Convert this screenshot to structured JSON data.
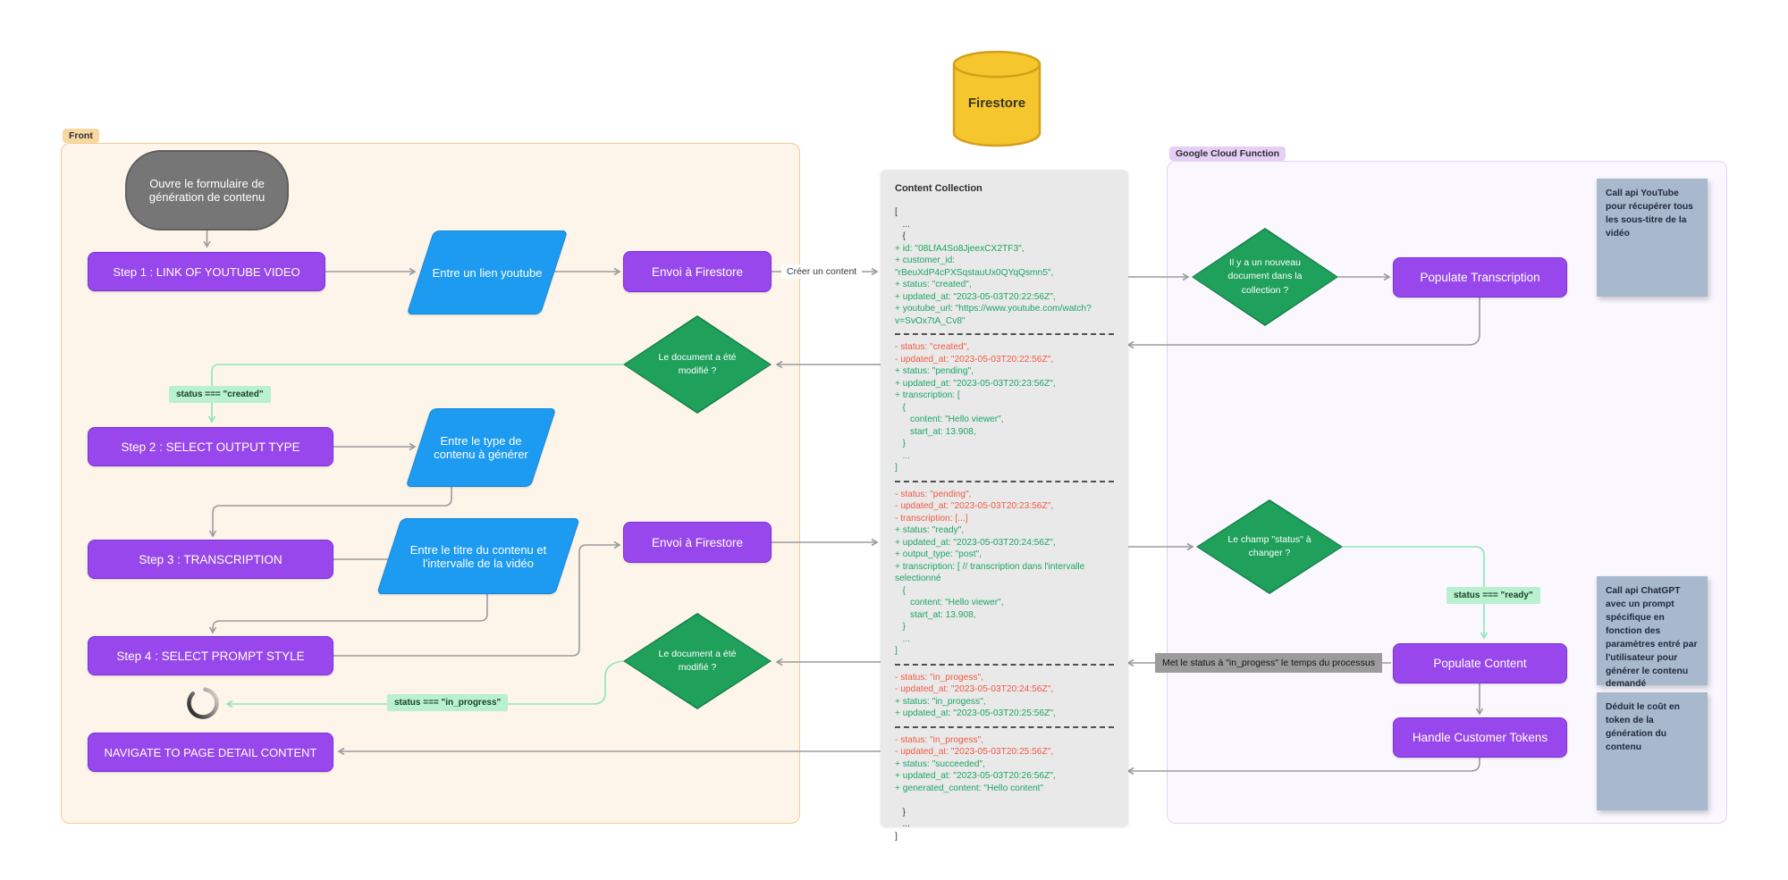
{
  "colors": {
    "purple": "#9747EB",
    "blue": "#1D9BF1",
    "green-shape": "#1FA05B",
    "yellow": "#F6C62F",
    "add": "#1CA566",
    "del": "#F15B45",
    "cond-bg": "#B9F0CE",
    "note-bg": "#A8B9CD",
    "front-bg": "#FDF5EA",
    "front-border": "#F2CD92",
    "gcf-bg": "#FAF7FE",
    "gcf-border": "#E4D2F5",
    "panel-bg": "#E9E9E9",
    "line-gray": "#9B9B9B",
    "line-green": "#8CE8B1"
  },
  "front": {
    "badge": "Front",
    "terminator": "Ouvre le formulaire de génération de contenu",
    "step1": "Step 1 : LINK OF YOUTUBE VIDEO",
    "step2": "Step 2 : SELECT OUTPUT TYPE",
    "step3": "Step 3 : TRANSCRIPTION",
    "step4": "Step 4 : SELECT PROMPT STYLE",
    "navigate": "NAVIGATE TO PAGE DETAIL CONTENT",
    "input_youtube": "Entre un lien youtube",
    "input_output_type": "Entre le type de contenu à générer",
    "input_title_interval": "Entre le titre du contenu et l'intervalle de la vidéo",
    "send_firestore_1": "Envoi à Firestore",
    "send_firestore_2": "Envoi à Firestore",
    "decision_modified_1": "Le document a été modifié ?",
    "decision_modified_2": "Le document a été modifié ?",
    "cond_created": "status === \"created\"",
    "cond_in_progress": "status === \"in_progress\""
  },
  "firestore": {
    "label": "Firestore"
  },
  "edge_labels": {
    "create_content": "Créer un content"
  },
  "panel": {
    "title": "Content Collection",
    "sections": [
      [
        {
          "k": "plain",
          "t": "["
        },
        {
          "k": "plain",
          "t": "   ..."
        },
        {
          "k": "plain",
          "t": "   {"
        },
        {
          "k": "add",
          "t": "+ id: \"08LfA4So8JjeexCX2TF3\","
        },
        {
          "k": "add",
          "t": "+ customer_id: \"rBeuXdP4cPXSqstauUx0QYqQsmn5\","
        },
        {
          "k": "add",
          "t": "+ status: \"created\","
        },
        {
          "k": "add",
          "t": "+ updated_at: \"2023-05-03T20:22:56Z\","
        },
        {
          "k": "add",
          "t": "+ youtube_url: \"https://www.youtube.com/watch?v=SvOx7tA_Cv8\""
        }
      ],
      [
        {
          "k": "del",
          "t": "- status: \"created\","
        },
        {
          "k": "del",
          "t": "- updated_at: \"2023-05-03T20:22:56Z\","
        },
        {
          "k": "add",
          "t": "+ status: \"pending\","
        },
        {
          "k": "add",
          "t": "+ updated_at: \"2023-05-03T20:23:56Z\","
        },
        {
          "k": "add",
          "t": "+ transcription: ["
        },
        {
          "k": "add",
          "t": "   {"
        },
        {
          "k": "add",
          "t": "      content: \"Hello viewer\","
        },
        {
          "k": "add",
          "t": "      start_at: 13.908,"
        },
        {
          "k": "add",
          "t": "   }"
        },
        {
          "k": "add",
          "t": "   ..."
        },
        {
          "k": "add",
          "t": "]"
        }
      ],
      [
        {
          "k": "del",
          "t": "- status: \"pending\","
        },
        {
          "k": "del",
          "t": "- updated_at: \"2023-05-03T20:23:56Z\","
        },
        {
          "k": "del",
          "t": "- transcription: [...]"
        },
        {
          "k": "add",
          "t": "+ status: \"ready\","
        },
        {
          "k": "add",
          "t": "+ updated_at: \"2023-05-03T20:24:56Z\","
        },
        {
          "k": "add",
          "t": "+ output_type: \"post\","
        },
        {
          "k": "add",
          "t": "+ transcription: [ // transcription dans l'intervalle selectionné"
        },
        {
          "k": "add",
          "t": "   {"
        },
        {
          "k": "add",
          "t": "      content: \"Hello viewer\","
        },
        {
          "k": "add",
          "t": "      start_at: 13.908,"
        },
        {
          "k": "add",
          "t": "   }"
        },
        {
          "k": "add",
          "t": "   ..."
        },
        {
          "k": "add",
          "t": "]"
        }
      ],
      [
        {
          "k": "del",
          "t": "- status: \"in_progess\","
        },
        {
          "k": "del",
          "t": "- updated_at: \"2023-05-03T20:24:56Z\","
        },
        {
          "k": "add",
          "t": "+ status: \"in_progess\","
        },
        {
          "k": "add",
          "t": "+ updated_at: \"2023-05-03T20:25:56Z\","
        }
      ],
      [
        {
          "k": "del",
          "t": "- status: \"in_progess\","
        },
        {
          "k": "del",
          "t": "- updated_at: \"2023-05-03T20:25:56Z\","
        },
        {
          "k": "add",
          "t": "+ status: \"succeeded\","
        },
        {
          "k": "add",
          "t": "+ updated_at: \"2023-05-03T20:26:56Z\","
        },
        {
          "k": "add",
          "t": "+ generated_content: \"Hello content\""
        },
        {
          "k": "plain",
          "t": " "
        },
        {
          "k": "plain",
          "t": "   }"
        },
        {
          "k": "plain",
          "t": "   ..."
        },
        {
          "k": "plain",
          "t": "]"
        }
      ]
    ]
  },
  "gcf": {
    "badge": "Google Cloud Function",
    "decision_new_doc": "Il y a un nouveau document dans la collection ?",
    "decision_status": "Le champ \"status\" à changer ?",
    "populate_transcription": "Populate Transcription",
    "populate_content": "Populate Content",
    "handle_tokens": "Handle Customer Tokens",
    "cond_ready": "status === \"ready\"",
    "label_set_in_progess": "Met le status à \"in_progess\" le temps du processus",
    "note_youtube": "Call api YouTube pour récupérer tous les sous-titre de la vidéo",
    "note_chatgpt": "Call api ChatGPT avec un prompt spécifique en fonction des paramètres entré par l'utilisateur pour générer le contenu demandé",
    "note_tokens": "Déduit le coût en token de la génération du contenu"
  }
}
